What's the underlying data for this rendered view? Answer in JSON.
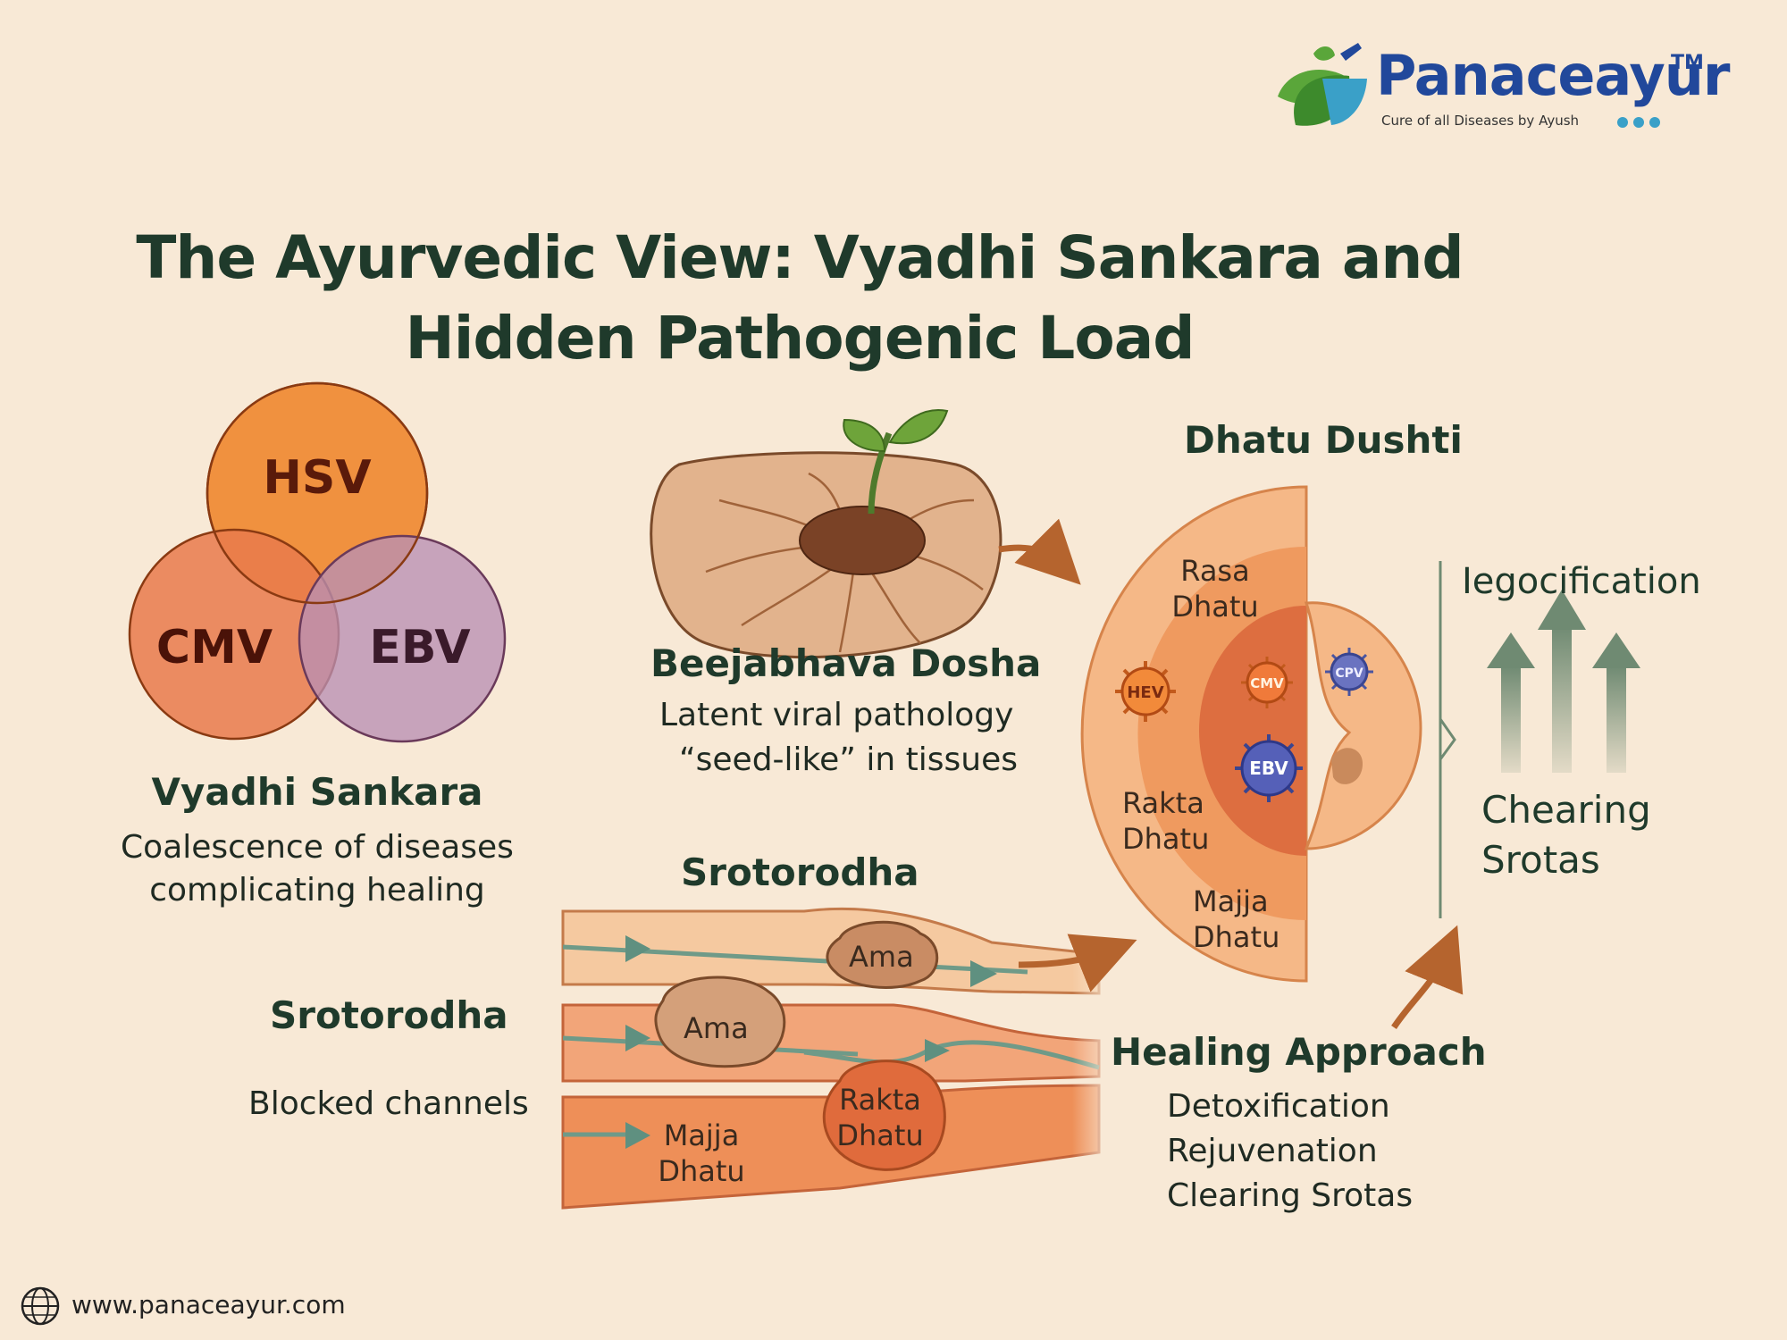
{
  "brand": {
    "name": "Panaceayur",
    "trademark": "TM",
    "tagline": "Cure of all Diseases by Ayush"
  },
  "title": {
    "line1": "The Ayurvedic View: Vyadhi Sankara and",
    "line2": "Hidden Pathogenic Load"
  },
  "venn": {
    "circles": [
      "HSV",
      "CMV",
      "EBV"
    ],
    "heading": "Vyadhi Sankara",
    "description_line1": "Coalescence of diseases",
    "description_line2": "complicating healing"
  },
  "seed": {
    "heading": "Beejabhava Dosha",
    "line1": "Latent viral pathology",
    "line2": "“seed-like” in tissues"
  },
  "dhatu": {
    "heading": "Dhatu Dushti",
    "rasa_line1": "Rasa",
    "rasa_line2": "Dhatu",
    "rakta_line1": "Rakta",
    "rakta_line2": "Dhatu",
    "majja_line1": "Majja",
    "majja_line2": "Dhatu",
    "viruses": [
      "HEV",
      "CMV",
      "CPV",
      "EBV"
    ]
  },
  "right_panel": {
    "top_label": "Iegocification",
    "bottom_line1": "Chearing",
    "bottom_line2": "Srotas"
  },
  "channels": {
    "heading": "Srotorodha",
    "ama_top": "Ama",
    "ama_mid": "Ama",
    "rakta_line1": "Rakta",
    "rakta_line2": "Dhatu",
    "majja_line1": "Majja",
    "majja_line2": "Dhatu"
  },
  "srotorodha_left": {
    "heading": "Srotorodha",
    "description": "Blocked channels"
  },
  "healing": {
    "heading": "Healing Approach",
    "items": [
      "Detoxification",
      "Rejuvenation",
      "Clearing Srotas"
    ]
  },
  "footer": {
    "url": "www.panaceayur.com"
  },
  "colors": {
    "background": "#f8e9d6",
    "heading_green": "#1f3a2b",
    "orange": "#f0913f",
    "purple": "#b98fb3",
    "brand_blue": "#21489b",
    "brand_green": "#5aa63a"
  }
}
